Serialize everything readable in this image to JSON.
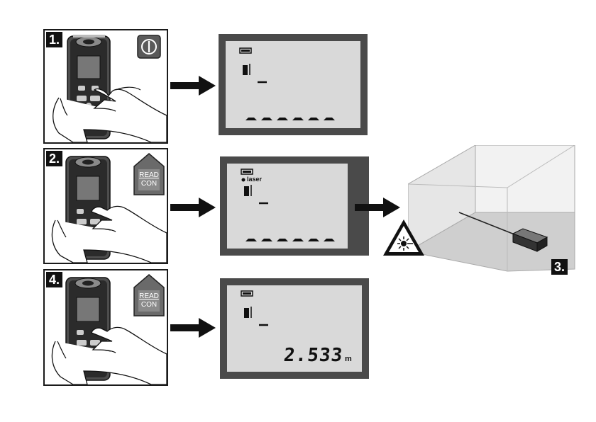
{
  "steps": [
    {
      "badge": "1.",
      "button_icon": "power-icon"
    },
    {
      "badge": "2.",
      "button_text": [
        "READ",
        "CON"
      ]
    },
    {
      "badge": "3."
    },
    {
      "badge": "4.",
      "button_text": [
        "READ",
        "CON"
      ]
    }
  ],
  "screens": {
    "laser_label": "laser",
    "reading_value": "2.533",
    "reading_unit": "m"
  },
  "colors": {
    "screen_frame": "#4a4a4a",
    "lcd": "#d9d9d9",
    "warning_yellow": "#f2f2f2"
  }
}
